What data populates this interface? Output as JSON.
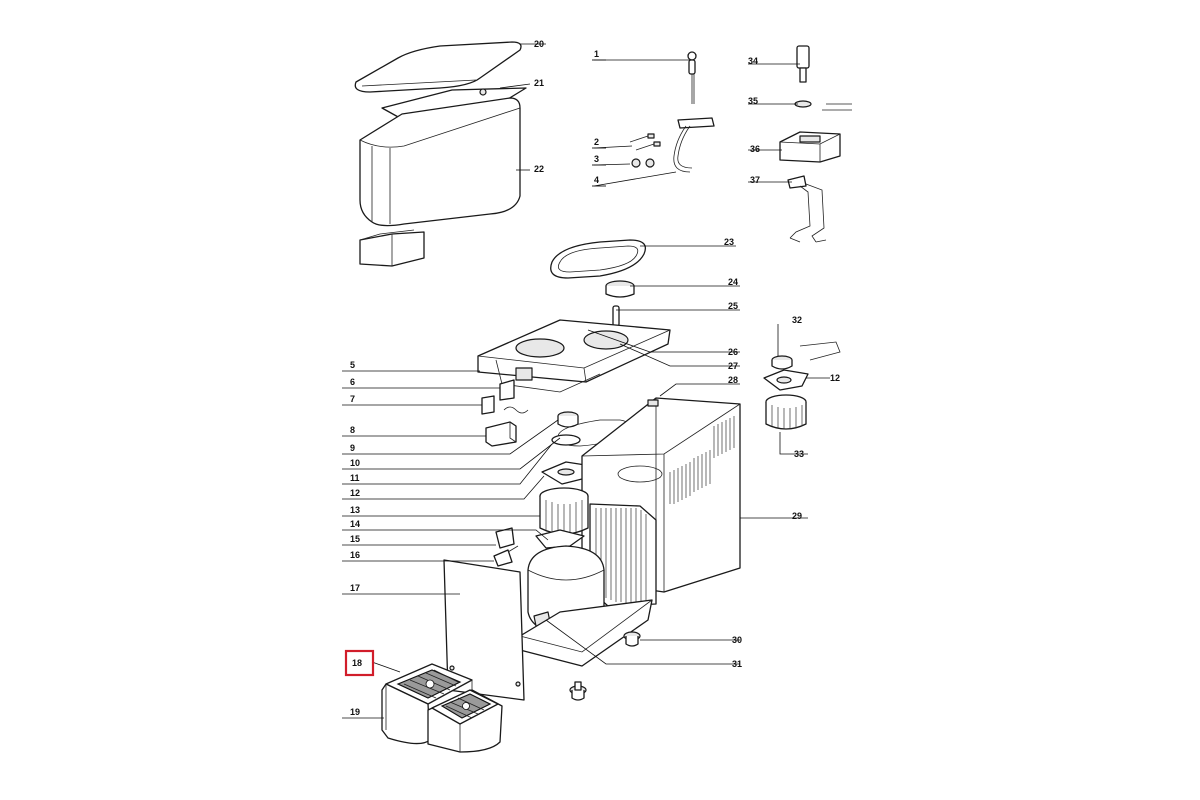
{
  "diagram": {
    "parts": [
      {
        "num": "1"
      },
      {
        "num": "2"
      },
      {
        "num": "3"
      },
      {
        "num": "4"
      },
      {
        "num": "5"
      },
      {
        "num": "6"
      },
      {
        "num": "7"
      },
      {
        "num": "8"
      },
      {
        "num": "9"
      },
      {
        "num": "10"
      },
      {
        "num": "11"
      },
      {
        "num": "12"
      },
      {
        "num": "13"
      },
      {
        "num": "14"
      },
      {
        "num": "15"
      },
      {
        "num": "16"
      },
      {
        "num": "17"
      },
      {
        "num": "18"
      },
      {
        "num": "19"
      },
      {
        "num": "20"
      },
      {
        "num": "21"
      },
      {
        "num": "22"
      },
      {
        "num": "23"
      },
      {
        "num": "24"
      },
      {
        "num": "25"
      },
      {
        "num": "26"
      },
      {
        "num": "27"
      },
      {
        "num": "28"
      },
      {
        "num": "29"
      },
      {
        "num": "30"
      },
      {
        "num": "31"
      },
      {
        "num": "32"
      },
      {
        "num": "12"
      },
      {
        "num": "33"
      },
      {
        "num": "34"
      },
      {
        "num": "35"
      },
      {
        "num": "36"
      },
      {
        "num": "37"
      }
    ],
    "highlighted_part": "18",
    "highlight_color": "#d11d2a",
    "line_color": "#111111"
  }
}
